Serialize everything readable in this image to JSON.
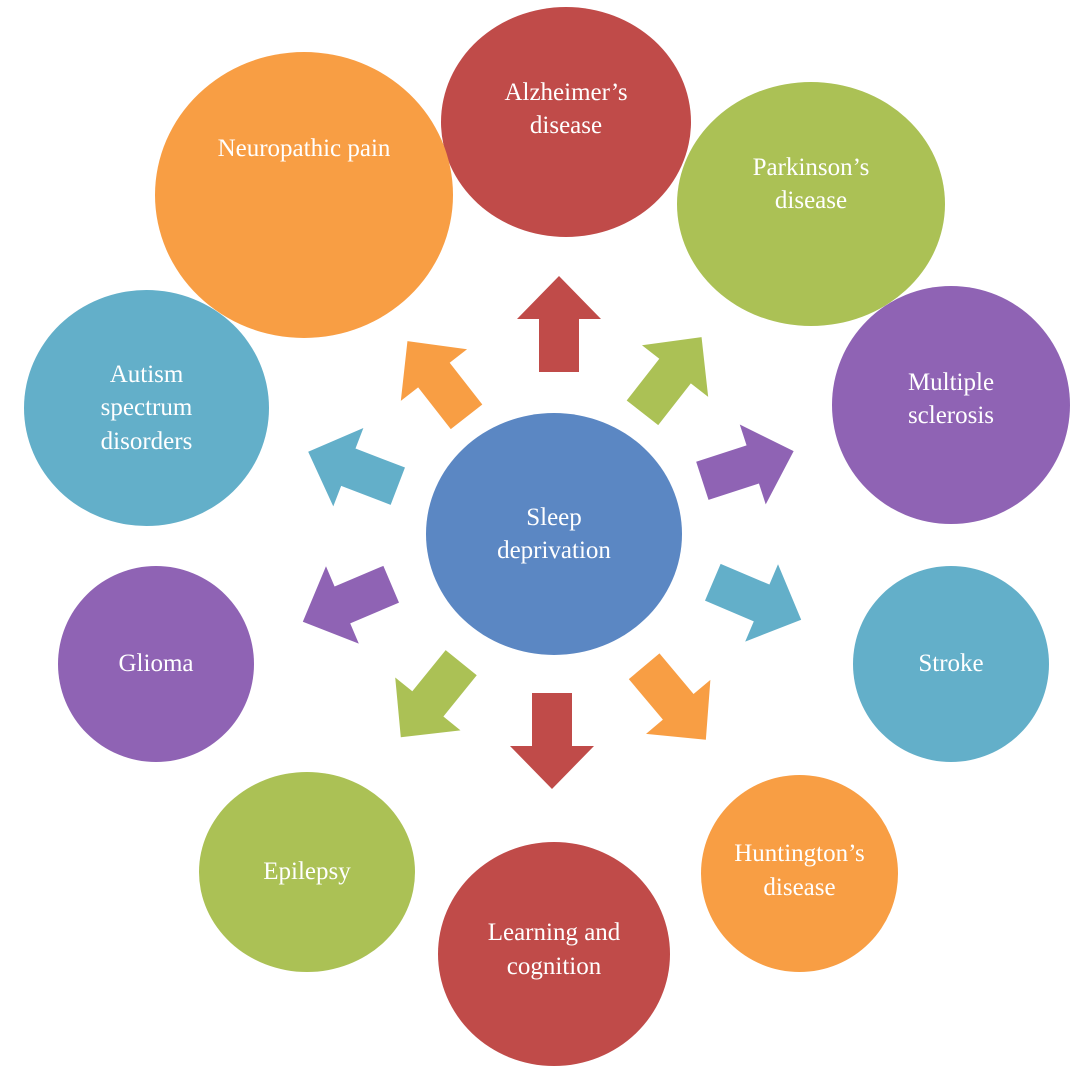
{
  "diagram": {
    "center": {
      "lines": [
        "Sleep",
        "deprivation"
      ],
      "color": "#5b87c3"
    },
    "nodes": [
      {
        "id": "alzheimers",
        "lines": [
          "Alzheimer’s",
          "disease"
        ],
        "color": "#c04b49"
      },
      {
        "id": "parkinsons",
        "lines": [
          "Parkinson’s",
          "disease"
        ],
        "color": "#abc155"
      },
      {
        "id": "multiple-sclerosis",
        "lines": [
          "Multiple",
          "sclerosis"
        ],
        "color": "#8f63b4"
      },
      {
        "id": "stroke",
        "lines": [
          "Stroke"
        ],
        "color": "#63afc9"
      },
      {
        "id": "huntingtons",
        "lines": [
          "Huntington’s",
          "disease"
        ],
        "color": "#f89e44"
      },
      {
        "id": "learning-cognition",
        "lines": [
          "Learning and",
          "cognition"
        ],
        "color": "#c04b49"
      },
      {
        "id": "epilepsy",
        "lines": [
          "Epilepsy"
        ],
        "color": "#abc155"
      },
      {
        "id": "glioma",
        "lines": [
          "Glioma"
        ],
        "color": "#8f63b4"
      },
      {
        "id": "autism",
        "lines": [
          "Autism",
          "spectrum",
          "disorders"
        ],
        "color": "#63afc9"
      },
      {
        "id": "neuropathic-pain",
        "lines": [
          "Neuropathic pain"
        ],
        "color": "#f89e44"
      }
    ]
  }
}
